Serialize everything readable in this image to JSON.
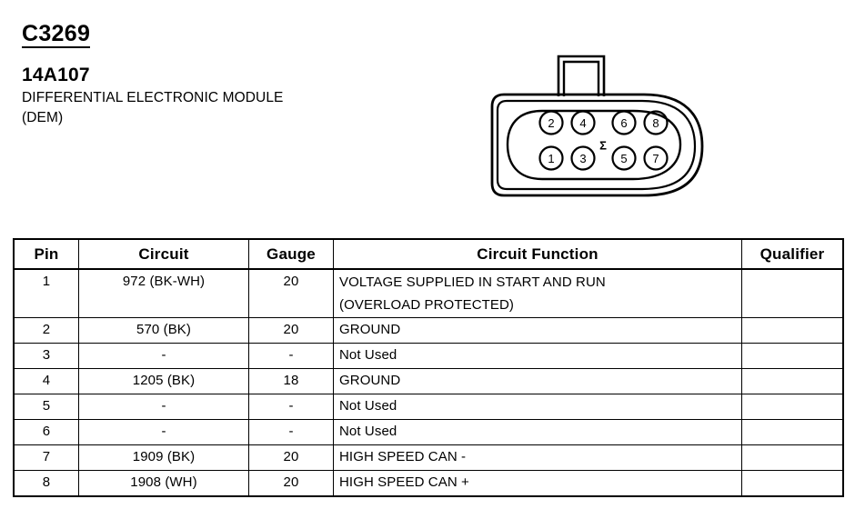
{
  "header": {
    "connector_id": "C3269",
    "part_number": "14A107",
    "description_line1": "DIFFERENTIAL ELECTRONIC MODULE",
    "description_line2": "(DEM)"
  },
  "connector": {
    "name": "8-way connector face view",
    "cavity_symbol": "Σ",
    "top_row_pins": [
      "2",
      "4",
      "6",
      "8"
    ],
    "bottom_row_pins": [
      "1",
      "3",
      "5",
      "7"
    ],
    "outline_color": "#000000"
  },
  "table": {
    "headers": {
      "pin": "Pin",
      "circuit": "Circuit",
      "gauge": "Gauge",
      "function": "Circuit Function",
      "qualifier": "Qualifier"
    },
    "rows": [
      {
        "pin": "1",
        "circuit": "972 (BK-WH)",
        "gauge": "20",
        "function": "VOLTAGE SUPPLIED IN START AND RUN",
        "function_line2": "(OVERLOAD PROTECTED)",
        "qualifier": ""
      },
      {
        "pin": "2",
        "circuit": "570 (BK)",
        "gauge": "20",
        "function": "GROUND",
        "qualifier": ""
      },
      {
        "pin": "3",
        "circuit": "-",
        "gauge": "-",
        "function": "Not Used",
        "qualifier": ""
      },
      {
        "pin": "4",
        "circuit": "1205 (BK)",
        "gauge": "18",
        "function": "GROUND",
        "qualifier": ""
      },
      {
        "pin": "5",
        "circuit": "-",
        "gauge": "-",
        "function": "Not Used",
        "qualifier": ""
      },
      {
        "pin": "6",
        "circuit": "-",
        "gauge": "-",
        "function": "Not Used",
        "qualifier": ""
      },
      {
        "pin": "7",
        "circuit": "1909 (BK)",
        "gauge": "20",
        "function": "HIGH SPEED CAN -",
        "qualifier": ""
      },
      {
        "pin": "8",
        "circuit": "1908 (WH)",
        "gauge": "20",
        "function": "HIGH SPEED CAN +",
        "qualifier": ""
      }
    ]
  }
}
